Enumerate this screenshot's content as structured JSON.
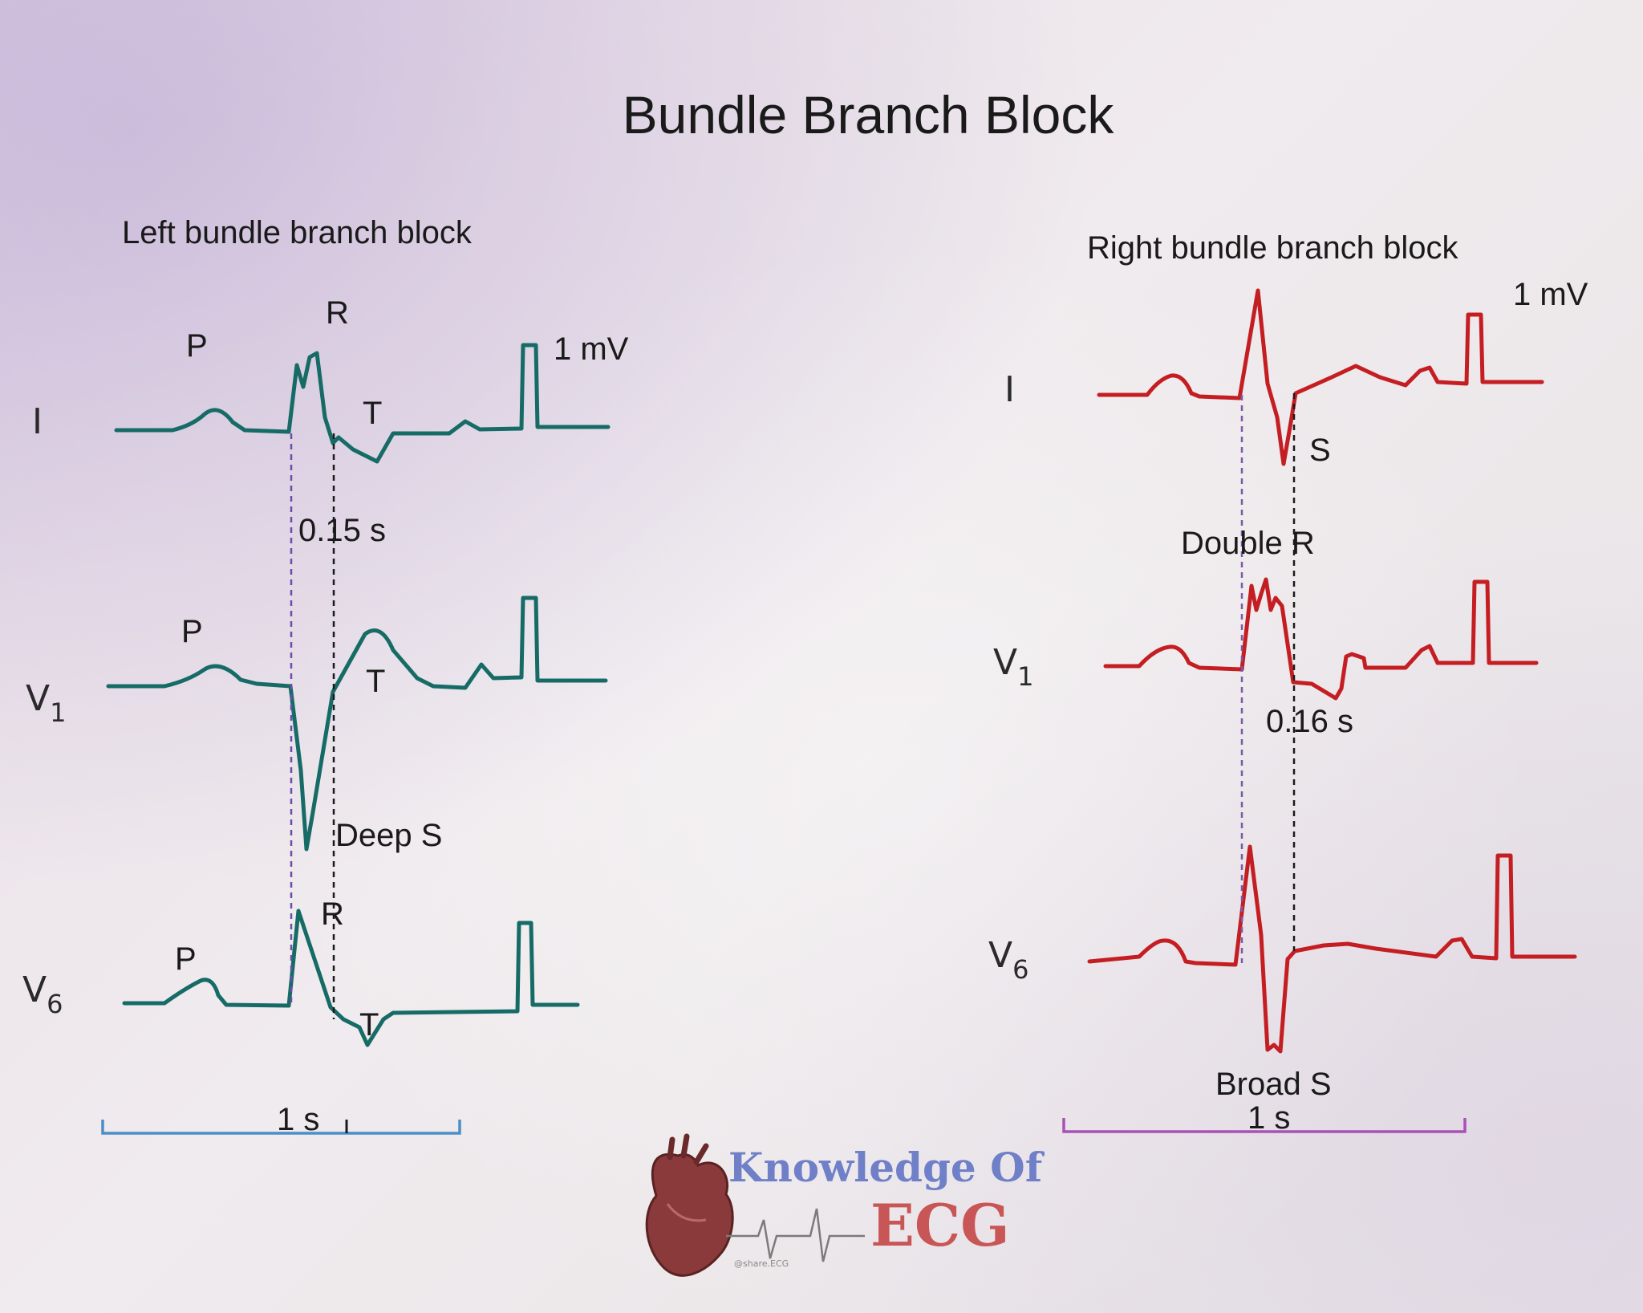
{
  "title": "Bundle Branch Block",
  "left": {
    "heading": "Left bundle branch block",
    "calibration": "1 mV",
    "leads": {
      "I": "I",
      "V1_main": "V",
      "V1_sub": "1",
      "V6_main": "V",
      "V6_sub": "6"
    },
    "labels": {
      "I_P": "P",
      "I_R": "R",
      "I_T": "T",
      "duration": "0.15 s",
      "V1_P": "P",
      "V1_T": "T",
      "deep_s": "Deep  S",
      "V6_P": "P",
      "V6_R": "R",
      "V6_T": "T"
    },
    "scale": "1 s"
  },
  "right": {
    "heading": "Right bundle branch block",
    "calibration": "1 mV",
    "leads": {
      "I": "I",
      "V1_main": "V",
      "V1_sub": "1",
      "V6_main": "V",
      "V6_sub": "6"
    },
    "labels": {
      "I_S": "S",
      "double_r": "Double  R",
      "duration": "0.16  s",
      "broad_s": "Broad  S"
    },
    "scale": "1 s"
  },
  "logo": {
    "line1": "Knowledge Of",
    "line2": "ECG",
    "small": "@share.ECG"
  },
  "colors": {
    "lbbb_trace": "#166b66",
    "rbbb_trace": "#c41e22",
    "left_scale_bar": "#4a8fc8",
    "right_scale_bar": "#a852b6",
    "left_marker": "#6a4fa8",
    "right_marker": "#7a5aa8"
  }
}
